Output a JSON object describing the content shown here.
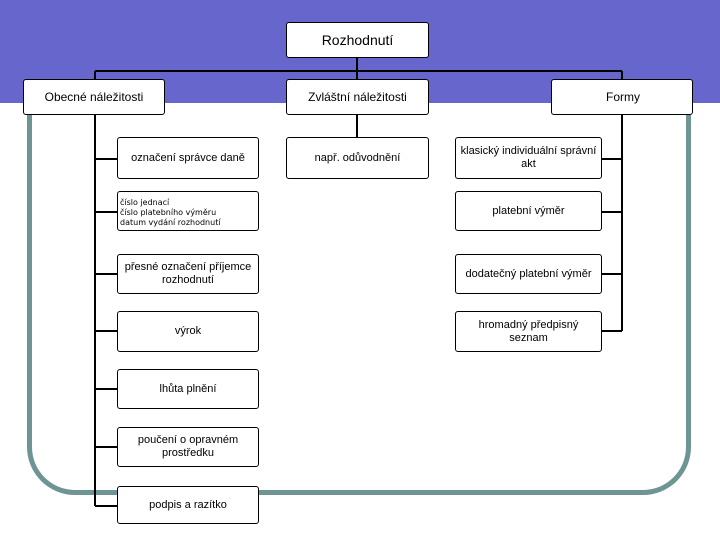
{
  "root": {
    "label": "Rozhodnutí"
  },
  "columns": [
    {
      "label": "Obecné náležitosti",
      "items": [
        {
          "label": "označení správce daně"
        },
        {
          "lines": [
            "číslo jednací",
            "číslo platebního výměru",
            "datum vydání rozhodnutí"
          ]
        },
        {
          "label": "přesné označení příjemce rozhodnutí"
        },
        {
          "label": "výrok"
        },
        {
          "label": "lhůta plnění"
        },
        {
          "label": "poučení o opravném prostředku"
        },
        {
          "label": "podpis a razítko"
        }
      ]
    },
    {
      "label": "Zvláštní náležitosti",
      "items": [
        {
          "label": "např. odůvodnění"
        }
      ]
    },
    {
      "label": "Formy",
      "items": [
        {
          "label": "klasický individuální správní akt"
        },
        {
          "label": "platební výměr"
        },
        {
          "label": "dodatečný platební výměr"
        },
        {
          "label": "hromadný předpisný seznam"
        }
      ]
    }
  ],
  "colors": {
    "band": "#6666cc",
    "frame": "#6e9494",
    "lines": "#000000",
    "box_fill": "#ffffff"
  }
}
